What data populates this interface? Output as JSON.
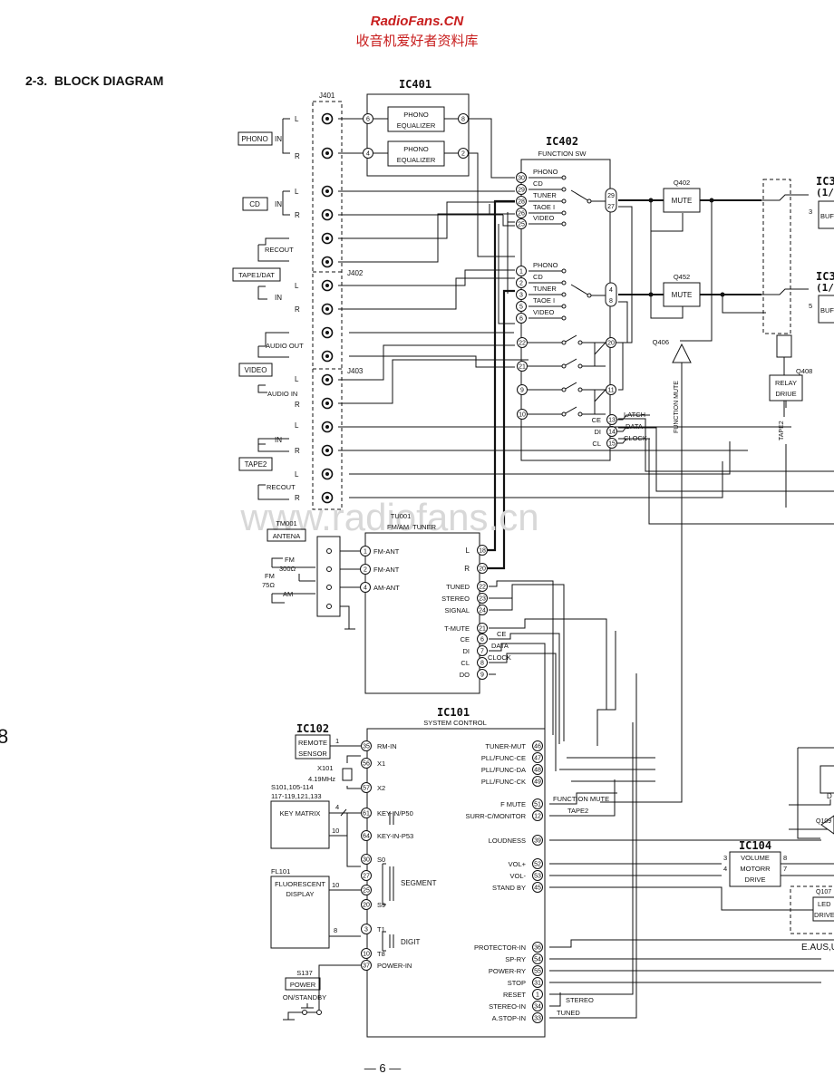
{
  "header": {
    "site": "RadioFans.CN",
    "subtitle": "收音机爱好者资料库"
  },
  "section_title": "2-3.  BLOCK DIAGRAM",
  "watermark": "www.radiofans.cn",
  "page_number": "— 6 —",
  "margin_mark": "8",
  "ic401": {
    "title": "IC401",
    "stage1": [
      "PHONO",
      "EQUALIZER"
    ],
    "stage2": [
      "PHONO",
      "EQUALIZER"
    ],
    "pins": [
      "6",
      "8",
      "4",
      "2"
    ]
  },
  "ic402": {
    "title": "IC402",
    "subtitle": "FUNCTION SW",
    "upper_labels": [
      "PHONO",
      "CD",
      "TUNER",
      "TAOE I",
      "VIDEO"
    ],
    "upper_pins": [
      "30",
      "29",
      "28",
      "26",
      "25"
    ],
    "lower_labels": [
      "PHONO",
      "CD",
      "TUNER",
      "TAOE I",
      "VIDEO"
    ],
    "lower_pins": [
      "1",
      "2",
      "3",
      "5",
      "6"
    ],
    "out_pins": [
      "29",
      "27",
      "4",
      "8"
    ],
    "sw_pins_left": [
      "22",
      "21",
      "9",
      "10"
    ],
    "sw_pins_right": [
      "20",
      "11"
    ],
    "ctrl_labels": [
      "CE",
      "DI",
      "CL"
    ],
    "ctrl_pins": [
      "13",
      "14",
      "15"
    ],
    "ctrl_signals": [
      "LATCH",
      "DATA",
      "CLOCK"
    ]
  },
  "jacks": {
    "j401": "J401",
    "j402": "J402",
    "j403": "J403",
    "groups": [
      "PHONO",
      "CD",
      "TAPE1/DAT",
      "VIDEO",
      "TAPE2"
    ],
    "lr": [
      "L",
      "R"
    ],
    "in": "IN",
    "recout": "RECOUT",
    "audio_out": "AUDIO OUT",
    "audio_in": "AUDIO IN"
  },
  "mute": {
    "q402": "Q402",
    "q452": "Q452",
    "label": "MUTE",
    "q406": "Q406",
    "function_mute": "FUNCTION MUTE"
  },
  "right_ic": {
    "t1": "IC3",
    "t1b": "(1/",
    "buf": "BUFI",
    "pin3": "3",
    "pin5": "5",
    "t2": "IC3",
    "t2b": "(1/"
  },
  "relay": {
    "q408": "Q408",
    "line1": "RELAY",
    "line2": "DRIUE",
    "tape2": "TAPE2"
  },
  "tuner": {
    "tm001": "TM001",
    "antena": "ANTENA",
    "fm300": [
      "FM",
      "300Ω"
    ],
    "fm75": [
      "FM",
      "75Ω"
    ],
    "am": "AM",
    "title": "TU001",
    "subtitle": "FM/AM  TUNER",
    "in_pins": [
      "1",
      "2",
      "4"
    ],
    "in_labels": [
      "FM-ANT",
      "FM-ANT",
      "AM-ANT"
    ],
    "out_l": "L",
    "out_r": "R",
    "out_pins": [
      "18",
      "20"
    ],
    "status_labels": [
      "TUNED",
      "STEREO",
      "SIGNAL"
    ],
    "status_pins": [
      "22",
      "23",
      "24"
    ],
    "ctrl_labels": [
      "T-MUTE",
      "CE",
      "DI",
      "CL",
      "DO"
    ],
    "ctrl_pins": [
      "21",
      "6",
      "7",
      "8",
      "9"
    ],
    "ctrl_signals": [
      "CE",
      "DATA",
      "CLOCK"
    ]
  },
  "ic101": {
    "title": "IC101",
    "subtitle": "SYSTEM CONTROL",
    "left": [
      {
        "pin": "35",
        "label": "RM-IN"
      },
      {
        "pin": "56",
        "label": "X1"
      },
      {
        "pin": "57",
        "label": "X2"
      },
      {
        "pin": "61",
        "label": "KEY-IN/P50"
      },
      {
        "pin": "64",
        "label": "KEY-IN-P53"
      },
      {
        "pin": "30",
        "label": "S0"
      },
      {
        "pin": "27",
        "label": ""
      },
      {
        "pin": "25",
        "label": ""
      },
      {
        "pin": "20",
        "label": "S9"
      },
      {
        "pin": "3",
        "label": "T1"
      },
      {
        "pin": "10",
        "label": "T8"
      },
      {
        "pin": "37",
        "label": "POWER-IN"
      }
    ],
    "segment": "SEGMENT",
    "digit": "DIGIT",
    "right": [
      {
        "pin": "46",
        "label": "TUNER-MUT"
      },
      {
        "pin": "47",
        "label": "PLL/FUNC-CE"
      },
      {
        "pin": "48",
        "label": "PLL/FUNC-DA"
      },
      {
        "pin": "49",
        "label": "PLL/FUNC-CK"
      },
      {
        "pin": "51",
        "label": "F MUTE"
      },
      {
        "pin": "12",
        "label": "SURR-C/MONITOR"
      },
      {
        "pin": "39",
        "label": "LOUDNESS"
      },
      {
        "pin": "52",
        "label": "VOL+"
      },
      {
        "pin": "53",
        "label": "VOL-"
      },
      {
        "pin": "45",
        "label": "STAND BY"
      },
      {
        "pin": "36",
        "label": "PROTECTOR-IN"
      },
      {
        "pin": "54",
        "label": "SP-RY"
      },
      {
        "pin": "55",
        "label": "POWER-RY"
      },
      {
        "pin": "31",
        "label": "STOP"
      },
      {
        "pin": "1",
        "label": "RESET"
      },
      {
        "pin": "34",
        "label": "STEREO-IN"
      },
      {
        "pin": "33",
        "label": "A.STOP-IN"
      }
    ],
    "net_function_mute": "FUNCTION MUTE",
    "net_tape2": "TAPE2",
    "net_stereo": "STEREO",
    "net_tuned": "TUNED"
  },
  "ic102": {
    "title": "IC102",
    "line1": "REMOTE",
    "line2": "SENSOR",
    "pin": "1"
  },
  "crystal": {
    "ref": "X101",
    "freq": "4.19MHz"
  },
  "keys": {
    "refs1": "S101,105-114",
    "refs2": "117-119,121,133",
    "label": "KEY MATRIX",
    "bus": "4",
    "bus2": "10"
  },
  "display": {
    "ref": "FL101",
    "line1": "FLUORESCENT",
    "line2": "DISPLAY",
    "bus": "10",
    "bus2": "8"
  },
  "power": {
    "ref": "S137",
    "label": "POWER",
    "sub": "ON/STANDBY"
  },
  "ic104": {
    "title": "IC104",
    "line1": "VOLUME",
    "line2": "MOTORR",
    "line3": "DRIVE",
    "pins_l": [
      "3",
      "4"
    ],
    "pins_r": [
      "8",
      "7"
    ]
  },
  "edge": {
    "q109": "Q109",
    "q107": "Q107",
    "led": "LED",
    "drive": "DRIVE",
    "d": "D",
    "region": "E.AUS,U"
  }
}
